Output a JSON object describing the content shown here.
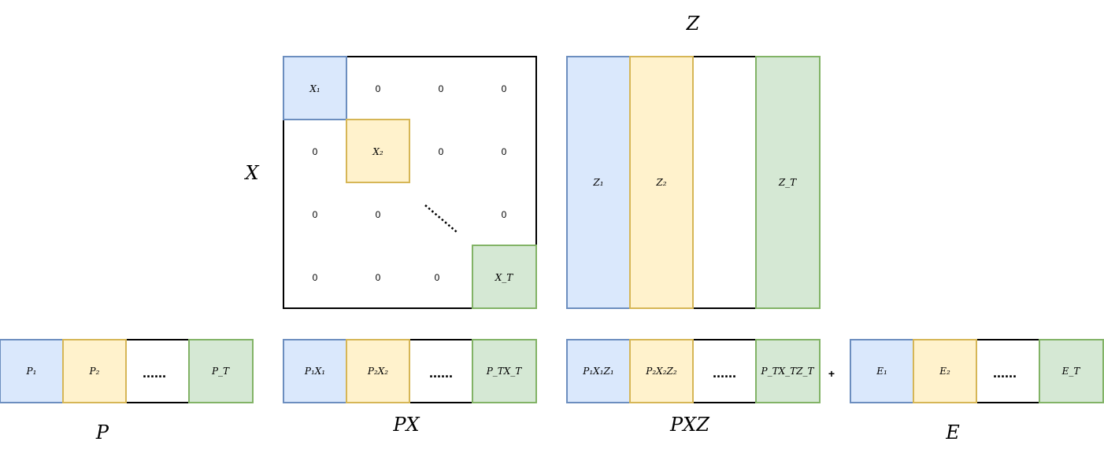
{
  "labels": {
    "X": "X",
    "Z": "Z",
    "P": "P",
    "PX": "PX",
    "PXZ": "PXZ",
    "E": "E",
    "plus": "+"
  },
  "matrix_x": {
    "x1": "X₁",
    "x2": "X₂",
    "xT": "X_T",
    "zero": "0"
  },
  "matrix_z": {
    "z1": "Z₁",
    "z2": "Z₂",
    "zT": "Z_T"
  },
  "row_p": {
    "c1": "P₁",
    "c2": "P₂",
    "dots": "......",
    "cT": "P_T"
  },
  "row_px": {
    "c1": "P₁X₁",
    "c2": "P₂X₂",
    "dots": "......",
    "cT": "P_TX_T"
  },
  "row_pxz": {
    "c1": "P₁X₁Z₁",
    "c2": "P₂X₂Z₂",
    "dots": "......",
    "cT": "P_TX_TZ_T"
  },
  "row_e": {
    "c1": "E₁",
    "c2": "E₂",
    "dots": "......",
    "cT": "E_T"
  },
  "colors": {
    "blue_fill": "#dae8fc",
    "blue_stroke": "#6c8ebf",
    "yellow_fill": "#fff2cc",
    "yellow_stroke": "#d6b656",
    "green_fill": "#d5e8d4",
    "green_stroke": "#82b366"
  }
}
